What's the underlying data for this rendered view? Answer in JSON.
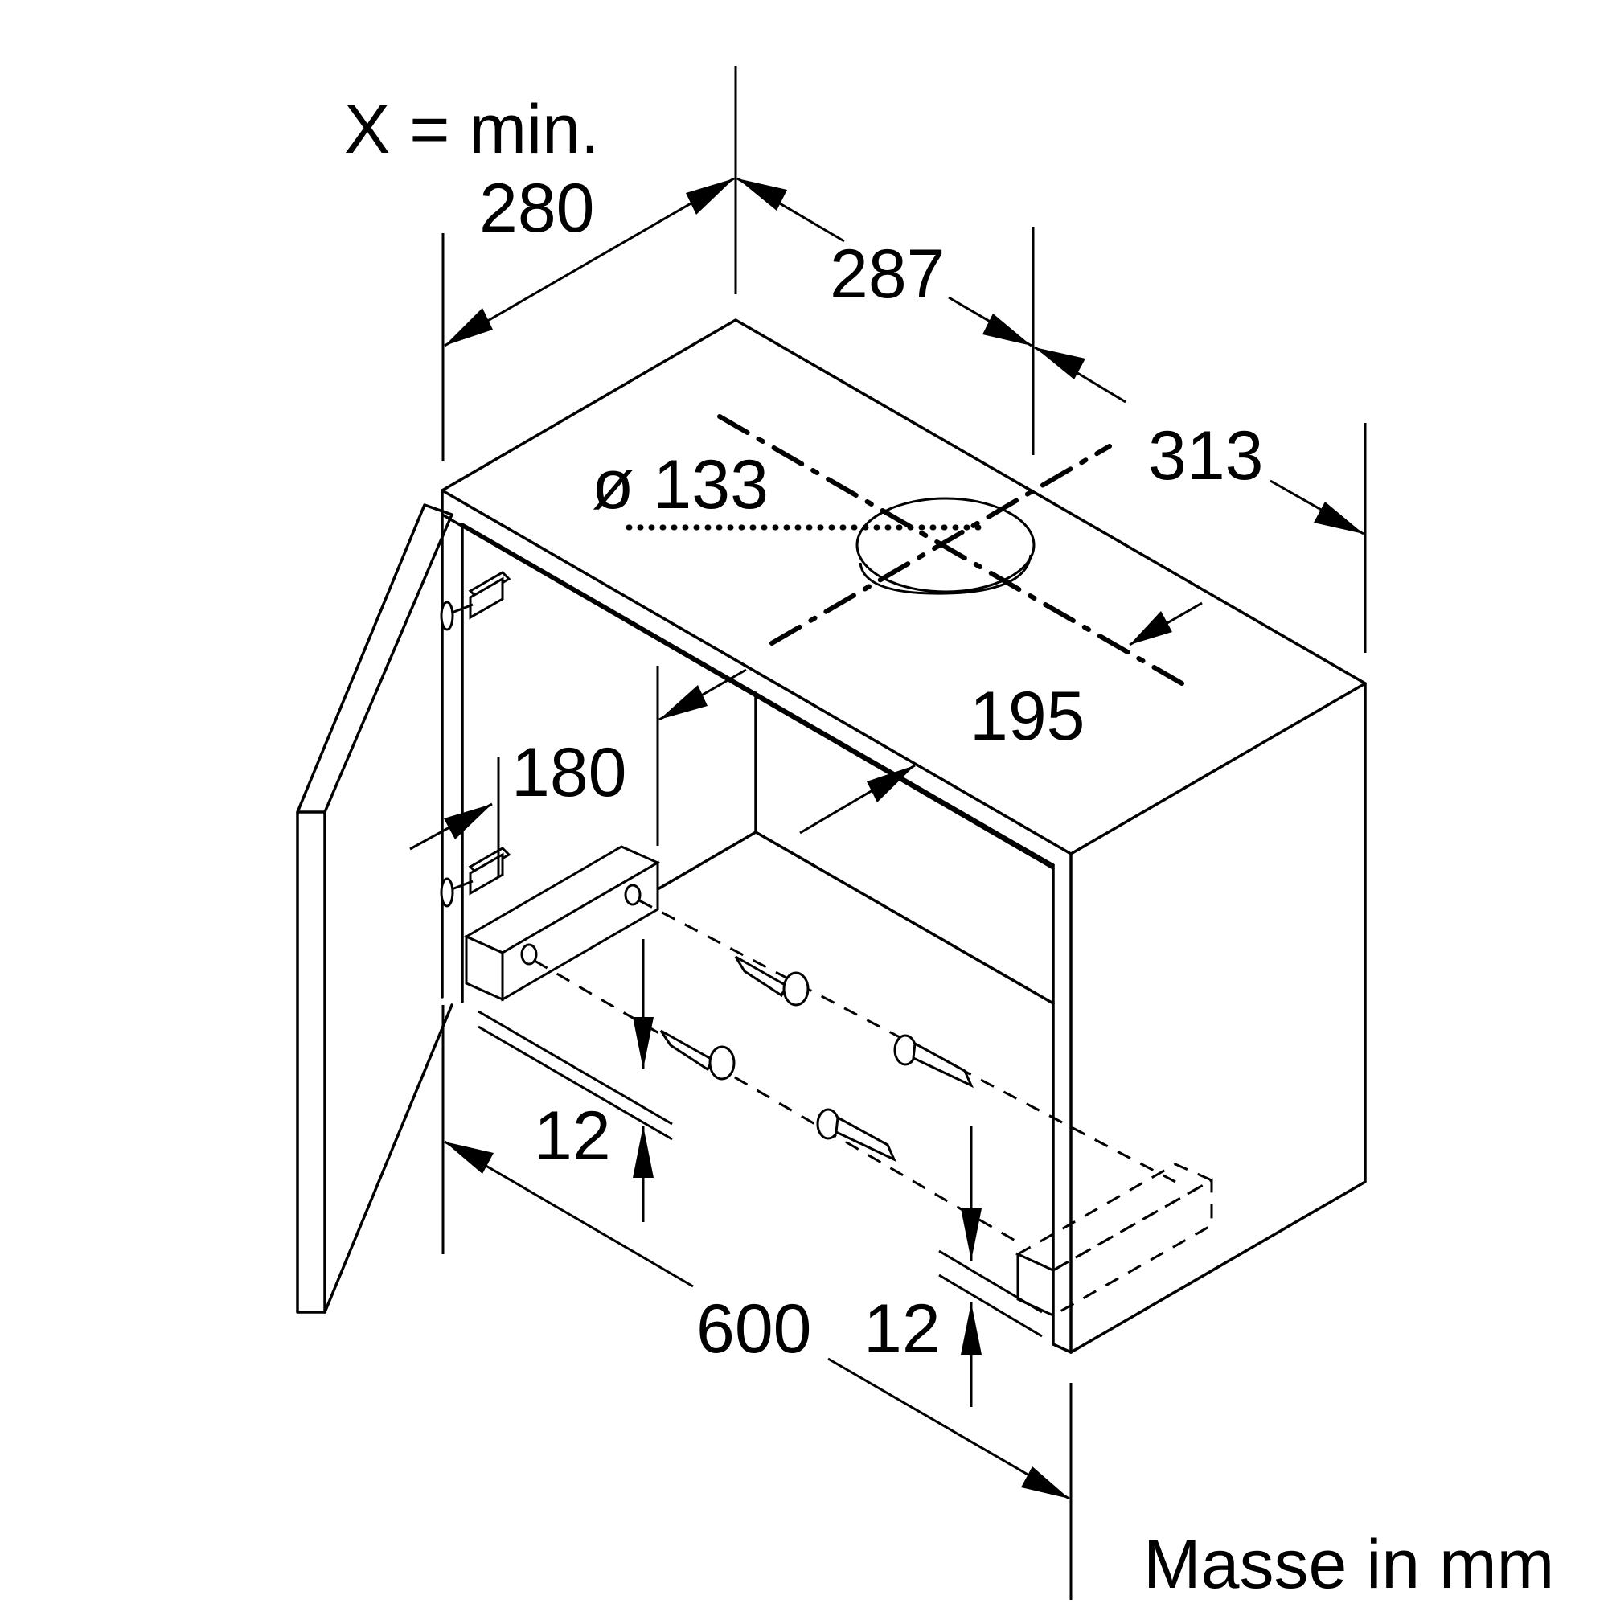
{
  "dimensions": {
    "x_min_label": "X = min.",
    "depth_x_value": "280",
    "top_depth_value": "287",
    "side_depth_value": "313",
    "duct_diameter_label": "ø 133",
    "duct_offset_value": "195",
    "opening_height_value": "180",
    "rail_height_left_value": "12",
    "width_value": "600",
    "rail_height_right_value": "12"
  },
  "footer": {
    "units_label": "Masse in mm"
  }
}
